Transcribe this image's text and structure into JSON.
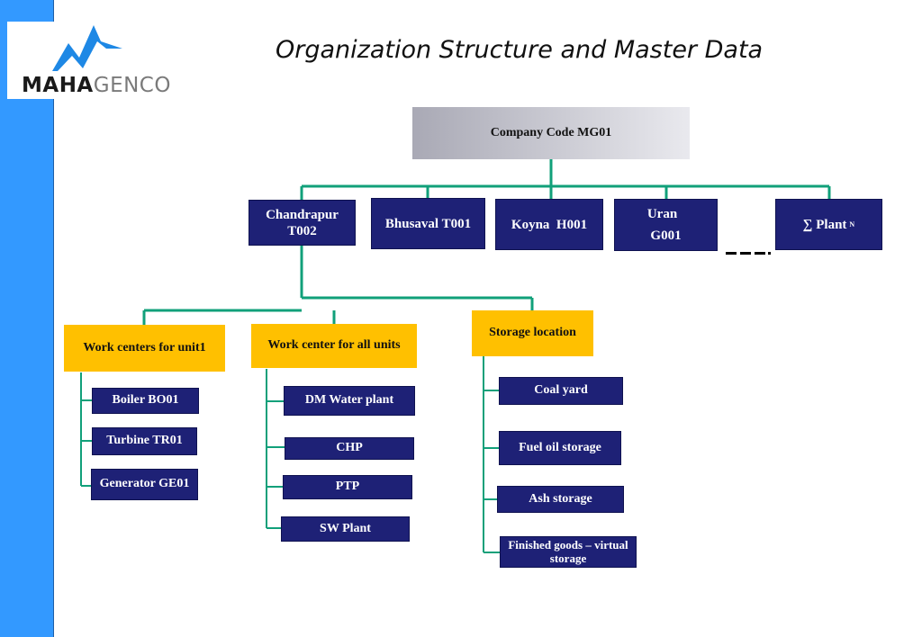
{
  "logo": {
    "text_bold": "MAHA",
    "text_light": "GENCO",
    "brand_color": "#1e88e5"
  },
  "title": "Organization Structure and Master Data",
  "company": {
    "label": "Company Code MG01"
  },
  "plants": [
    {
      "name": "Chandrapur",
      "code": "T002"
    },
    {
      "label": "Bhusaval T001"
    },
    {
      "label": "Koyna  H001"
    },
    {
      "name": "Uran",
      "code": "G001"
    },
    {
      "label": "∑ Plant",
      "subscript": "N"
    }
  ],
  "groups": {
    "unit1": {
      "label": "Work centers for unit1",
      "items": [
        "Boiler BO01",
        "Turbine TR01",
        "Generator GE01"
      ]
    },
    "all_units": {
      "label": "Work center for all units",
      "items": [
        "DM Water plant",
        "CHP",
        "PTP",
        "SW Plant"
      ]
    },
    "storage": {
      "label": "Storage location",
      "items": [
        "Coal yard",
        "Fuel oil storage",
        "Ash storage",
        "Finished goods – virtual storage"
      ]
    }
  },
  "colors": {
    "sidebar": "#3399ff",
    "navy": "#1e2176",
    "yellow": "#ffc000",
    "connector": "#11a07a"
  }
}
